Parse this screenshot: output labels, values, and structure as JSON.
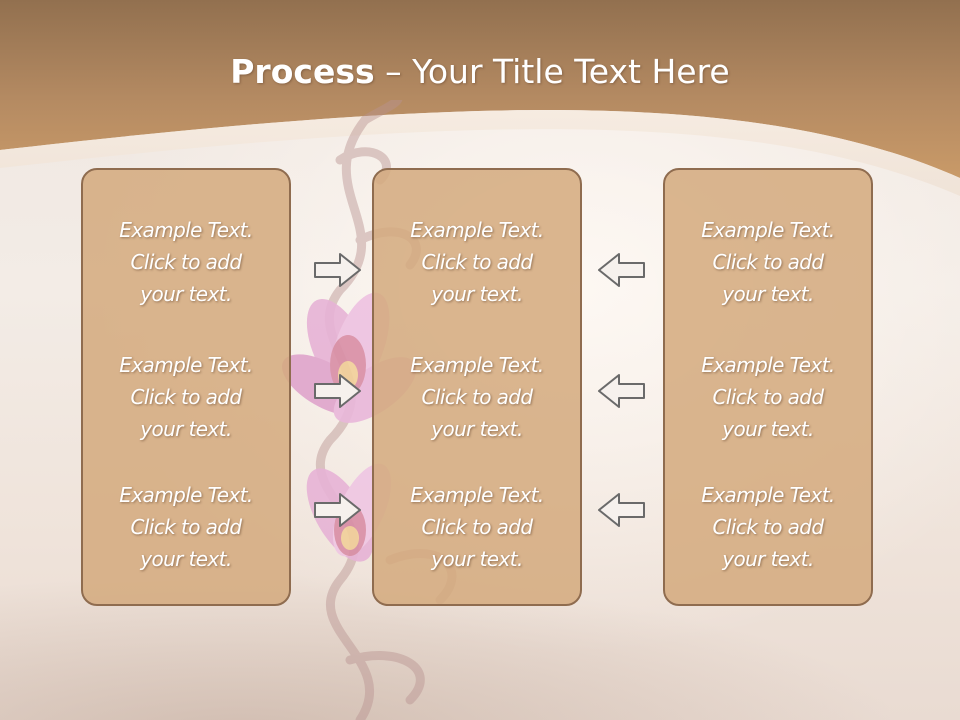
{
  "title": {
    "bold": "Process",
    "rest": " – Your Title Text Here"
  },
  "columns": [
    {
      "id": "left",
      "blocks": [
        {
          "line1": "Example Text.",
          "line2": "Click  to add",
          "line3": "your text."
        },
        {
          "line1": "Example Text.",
          "line2": "Click  to add",
          "line3": "your text."
        },
        {
          "line1": "Example Text.",
          "line2": "Click  to add",
          "line3": "your text."
        }
      ]
    },
    {
      "id": "middle",
      "blocks": [
        {
          "line1": "Example Text.",
          "line2": "Click  to add",
          "line3": "your text."
        },
        {
          "line1": "Example Text.",
          "line2": "Click  to add",
          "line3": "your text."
        },
        {
          "line1": "Example Text.",
          "line2": "Click  to add",
          "line3": "your text."
        }
      ]
    },
    {
      "id": "right",
      "blocks": [
        {
          "line1": "Example Text.",
          "line2": "Click  to add",
          "line3": "your text."
        },
        {
          "line1": "Example Text.",
          "line2": "Click  to add",
          "line3": "your text."
        },
        {
          "line1": "Example Text.",
          "line2": "Click  to add",
          "line3": "your text."
        }
      ]
    }
  ],
  "arrows": {
    "left_group": "right-arrow-icon",
    "right_group": "left-arrow-icon"
  },
  "colors": {
    "header_band": "#b68e66",
    "panel_fill": "#d4aa7e",
    "panel_border": "#8f6c4f",
    "text": "#ffffff",
    "arrow_fill": "#f6f1ed",
    "arrow_stroke": "#6a6a6a"
  }
}
